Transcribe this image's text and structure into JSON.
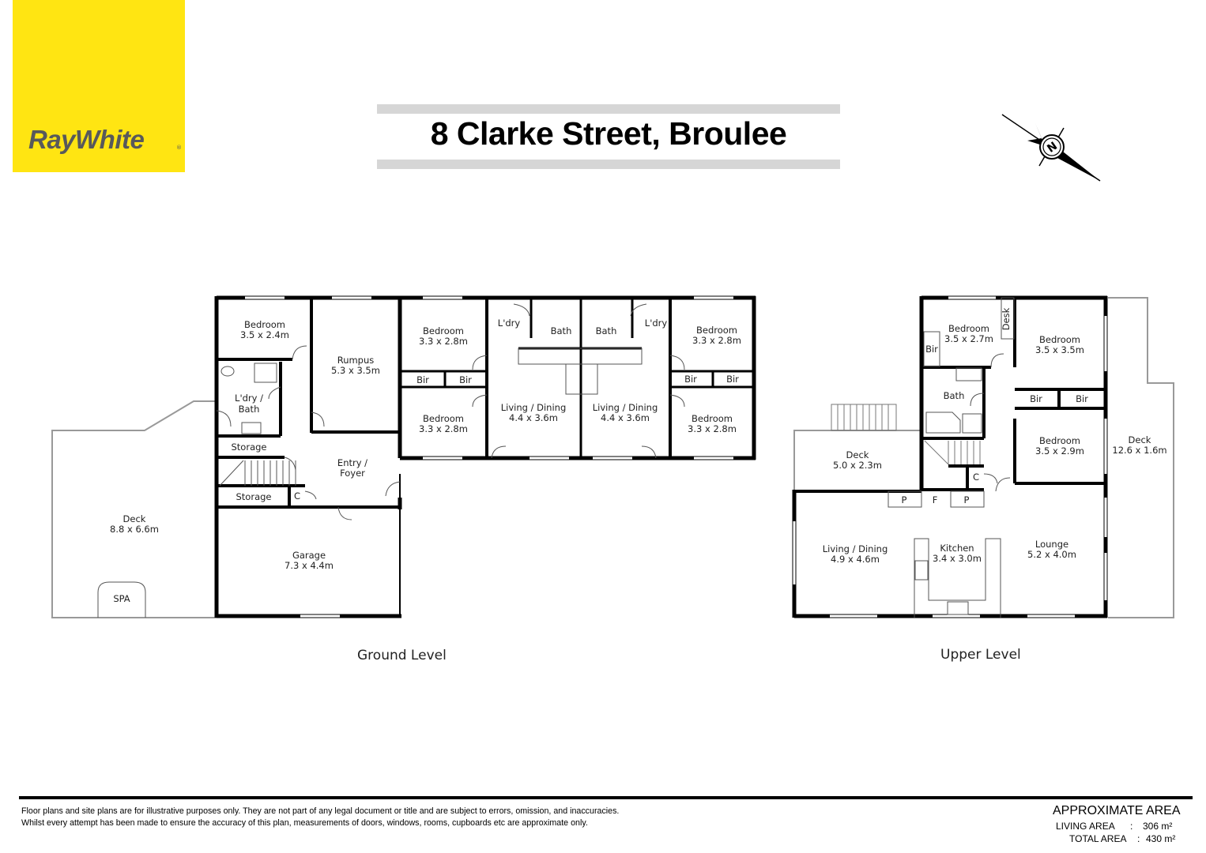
{
  "brand": {
    "name": "RayWhite",
    "registered": "®",
    "color": "#FFE512",
    "text_color": "#58595b"
  },
  "title": "8 Clarke Street, Broulee",
  "compass": {
    "icon": "north-compass-icon",
    "label": "N"
  },
  "levels": {
    "ground": {
      "label": "Ground Level",
      "rooms": [
        {
          "name": "Bedroom",
          "size": "3.5 x 2.4m"
        },
        {
          "name": "Rumpus",
          "size": "5.3 x 3.5m"
        },
        {
          "name": "L'dry /",
          "size": "Bath"
        },
        {
          "name": "Storage",
          "size": ""
        },
        {
          "name": "Storage",
          "size": ""
        },
        {
          "name": "C",
          "size": ""
        },
        {
          "name": "Entry /",
          "size": "Foyer"
        },
        {
          "name": "Garage",
          "size": "7.3 x 4.4m"
        },
        {
          "name": "Deck",
          "size": "8.8 x 6.6m"
        },
        {
          "name": "SPA",
          "size": ""
        },
        {
          "name": "Bedroom",
          "size": "3.3 x 2.8m"
        },
        {
          "name": "Bedroom",
          "size": "3.3 x 2.8m"
        },
        {
          "name": "Bir",
          "size": ""
        },
        {
          "name": "Bir",
          "size": ""
        },
        {
          "name": "L'dry",
          "size": ""
        },
        {
          "name": "Bath",
          "size": ""
        },
        {
          "name": "Living / Dining",
          "size": "4.4 x 3.6m"
        },
        {
          "name": "Bath",
          "size": ""
        },
        {
          "name": "L'dry",
          "size": ""
        },
        {
          "name": "Living / Dining",
          "size": "4.4 x 3.6m"
        },
        {
          "name": "Bedroom",
          "size": "3.3 x 2.8m"
        },
        {
          "name": "Bedroom",
          "size": "3.3 x 2.8m"
        },
        {
          "name": "Bir",
          "size": ""
        },
        {
          "name": "Bir",
          "size": ""
        }
      ]
    },
    "upper": {
      "label": "Upper Level",
      "rooms": [
        {
          "name": "Bedroom",
          "size": "3.5 x 2.7m"
        },
        {
          "name": "Desk",
          "size": ""
        },
        {
          "name": "Bir",
          "size": ""
        },
        {
          "name": "Bedroom",
          "size": "3.5 x 3.5m"
        },
        {
          "name": "Bath",
          "size": ""
        },
        {
          "name": "Bir",
          "size": ""
        },
        {
          "name": "Bir",
          "size": ""
        },
        {
          "name": "Bedroom",
          "size": "3.5 x 2.9m"
        },
        {
          "name": "Deck",
          "size": "12.6 x 1.6m"
        },
        {
          "name": "Deck",
          "size": "5.0 x 2.3m"
        },
        {
          "name": "C",
          "size": ""
        },
        {
          "name": "P",
          "size": ""
        },
        {
          "name": "F",
          "size": ""
        },
        {
          "name": "P",
          "size": ""
        },
        {
          "name": "Living / Dining",
          "size": "4.9 x 4.6m"
        },
        {
          "name": "Kitchen",
          "size": "3.4 x 3.0m"
        },
        {
          "name": "Lounge",
          "size": "5.2 x 4.0m"
        }
      ]
    }
  },
  "disclaimer": [
    "Floor plans and site plans are for illustrative purposes only. They are not part of any legal document or title and are subject to errors, omission, and inaccuracies.",
    "Whilst every attempt has been made to ensure the accuracy of this plan, measurements of doors, windows, rooms, cupboards etc are approximate only."
  ],
  "area": {
    "title": "APPROXIMATE AREA",
    "living_label": "LIVING  AREA",
    "living_value": "306 m²",
    "total_label": "TOTAL AREA",
    "total_value": "430 m²",
    "separator": ":"
  }
}
